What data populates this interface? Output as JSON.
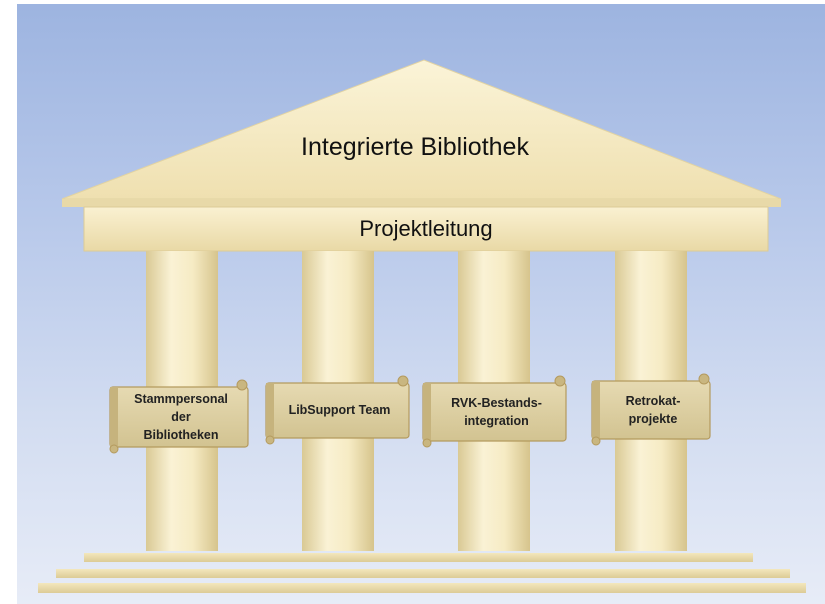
{
  "diagram": {
    "roof_title": "Integrierte Bibliothek",
    "beam_title": "Projektleitung",
    "pillars": [
      {
        "label": "Stammpersonal\nder\nBibliotheken"
      },
      {
        "label": "LibSupport Team"
      },
      {
        "label": "RVK-Bestands-\nintegration"
      },
      {
        "label": "Retrokat-\nprojekte"
      }
    ]
  },
  "colors": {
    "stone_light": "#f8efcc",
    "stone_dark": "#dccb96",
    "scroll": "#dccfa3",
    "scroll_edge": "#b49a5e",
    "sky_top": "#9db4e0",
    "sky_bottom": "#e7ecf7"
  }
}
